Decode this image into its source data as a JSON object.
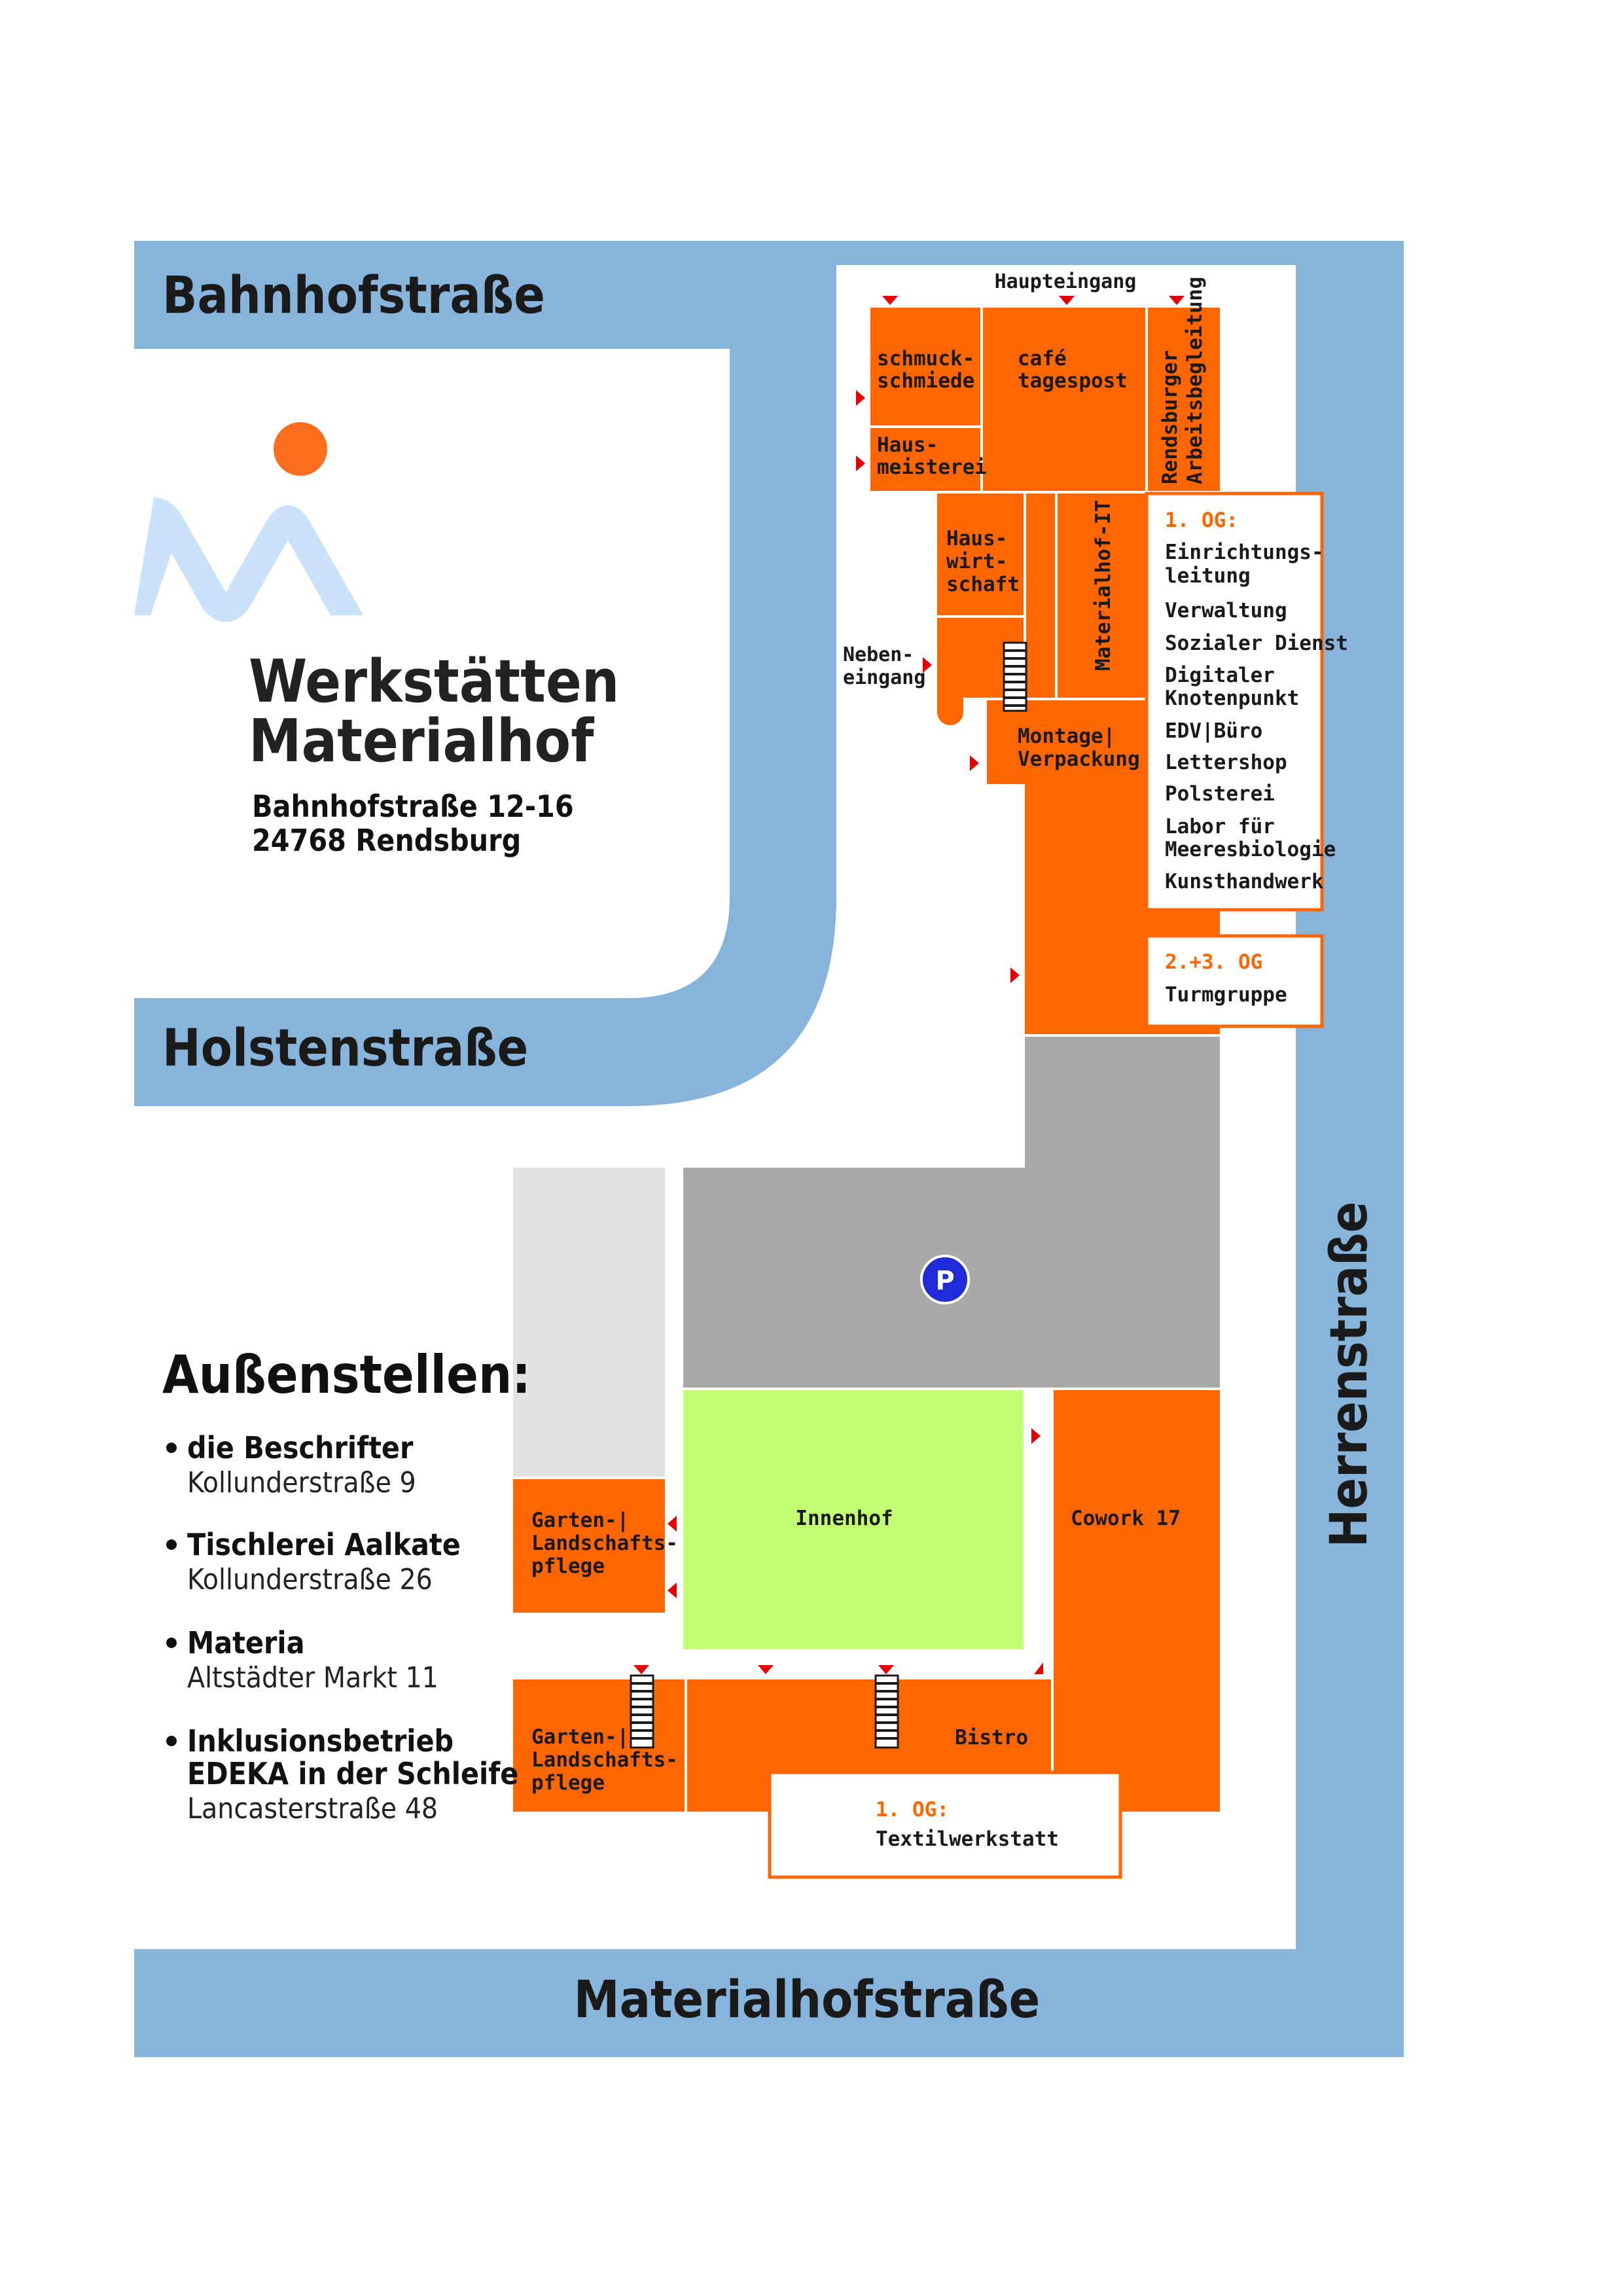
{
  "colors": {
    "street": "#86b4db",
    "building": "#ff6600",
    "parking": "#a9a9a9",
    "courtyard": "#c2ff73",
    "annex": "#e2e2e2",
    "logo_circle": "#ff6e1e",
    "logo_m": "#c9e2fa",
    "entrance_marker": "#e60000",
    "parking_icon": "#1f2ad8"
  },
  "streets": {
    "bahnhof": "Bahnhofstraße",
    "holsten": "Holstenstraße",
    "herren": "Herrenstraße",
    "materialhof": "Materialhofstraße"
  },
  "header": {
    "title_line1": "Werkstätten",
    "title_line2": "Materialhof",
    "address_line1": "Bahnhofstraße 12-16",
    "address_line2": "24768 Rendsburg"
  },
  "entrances": {
    "main": "Haupteingang",
    "side_line1": "Neben-",
    "side_line2": "eingang"
  },
  "rooms": {
    "schmuck_1": "schmuck-",
    "schmuck_2": "schmiede",
    "cafe_1": "café",
    "cafe_2": "tagespost",
    "rendsburger_1": "Rendsburger",
    "rendsburger_2": "Arbeitsbegleitung",
    "hausmeisterei_1": "Haus-",
    "hausmeisterei_2": "meisterei",
    "hauswirtschaft_1": "Haus-",
    "hauswirtschaft_2": "wirt-",
    "hauswirtschaft_3": "schaft",
    "materialhof_it": "Materialhof-IT",
    "montage_1": "Montage|",
    "montage_2": "Verpackung",
    "garten_top_1": "Garten-|",
    "garten_top_2": "Landschafts-",
    "garten_top_3": "pflege",
    "garten_bottom_1": "Garten-|",
    "garten_bottom_2": "Landschafts-",
    "garten_bottom_3": "pflege",
    "innenhof": "Innenhof",
    "cowork": "Cowork 17",
    "bistro": "Bistro",
    "parking": "P"
  },
  "floor1_box": {
    "heading": "1. OG:",
    "items": [
      "Einrichtungs-",
      "leitung",
      "Verwaltung",
      "Sozialer Dienst",
      "Digitaler",
      "Knotenpunkt",
      "EDV|Büro",
      "Lettershop",
      "Polsterei",
      "Labor für",
      "Meeresbiologie",
      "Kunsthandwerk"
    ]
  },
  "floor23_box": {
    "heading": "2.+3. OG",
    "item": "Turmgruppe"
  },
  "textil_box": {
    "heading": "1. OG:",
    "item": "Textilwerkstatt"
  },
  "aussenstellen": {
    "heading": "Außenstellen:",
    "entries": [
      {
        "name_lines": [
          "die Beschrifter"
        ],
        "address": "Kollunderstraße 9"
      },
      {
        "name_lines": [
          "Tischlerei Aalkate"
        ],
        "address": "Kollunderstraße 26"
      },
      {
        "name_lines": [
          "Materia"
        ],
        "address": "Altstädter Markt 11"
      },
      {
        "name_lines": [
          "Inklusionsbetrieb",
          "EDEKA in der Schleife"
        ],
        "address": "Lancasterstraße 48"
      }
    ]
  }
}
